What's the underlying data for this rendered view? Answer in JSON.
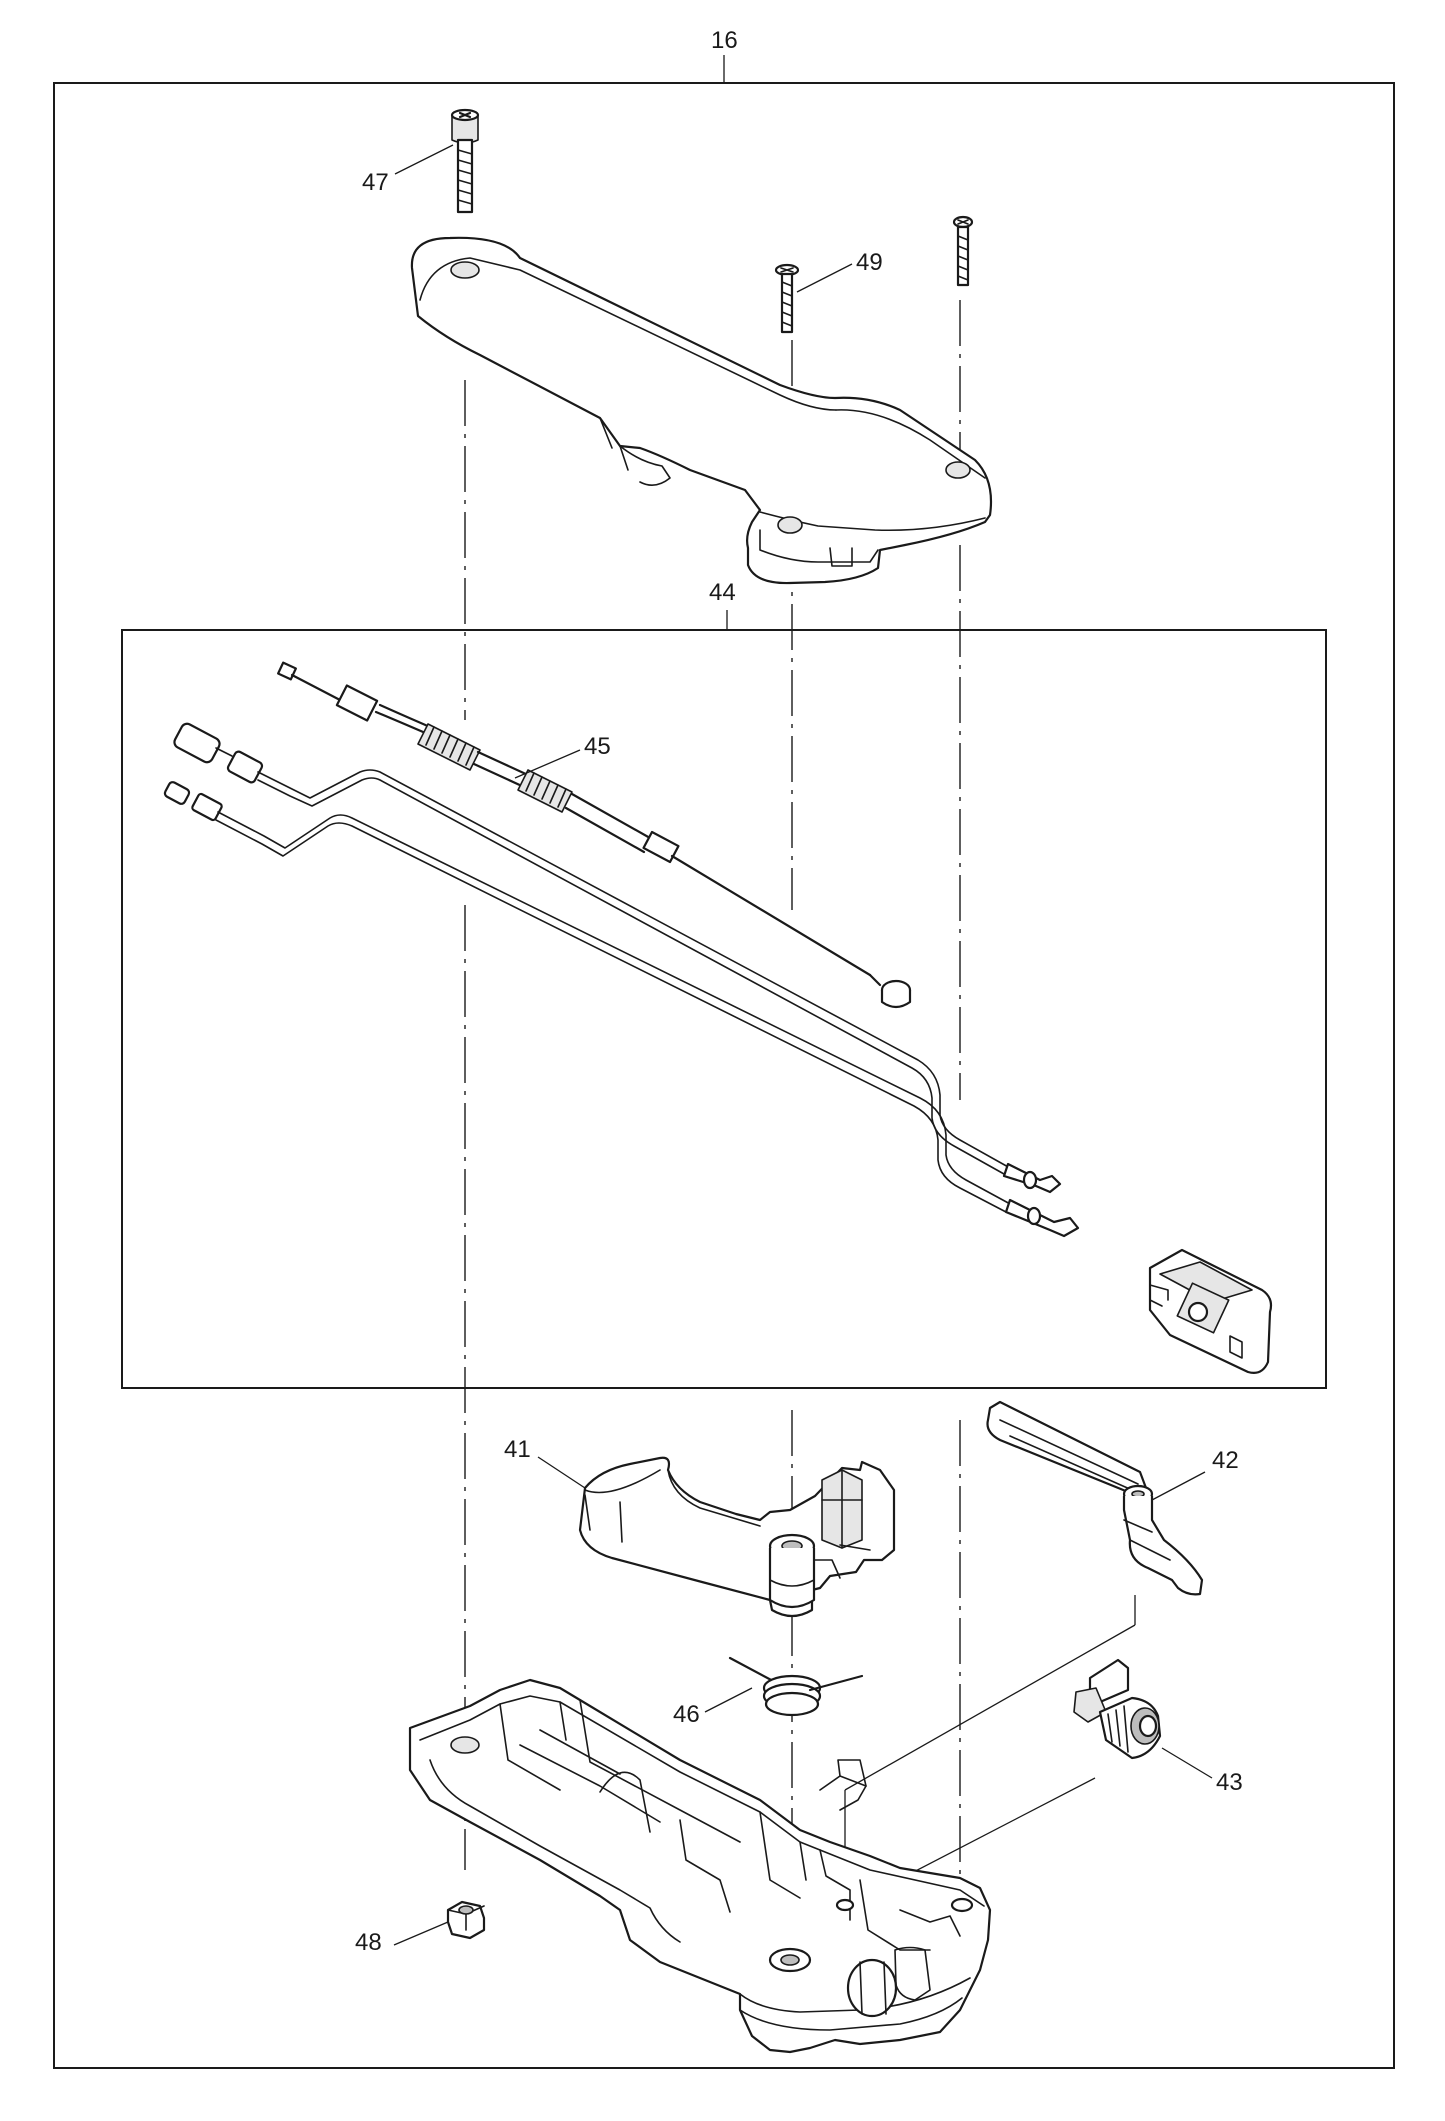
{
  "callouts": {
    "p16": "16",
    "p41": "41",
    "p42": "42",
    "p43": "43",
    "p44": "44",
    "p45": "45",
    "p46": "46",
    "p47": "47",
    "p48": "48",
    "p49": "49"
  }
}
